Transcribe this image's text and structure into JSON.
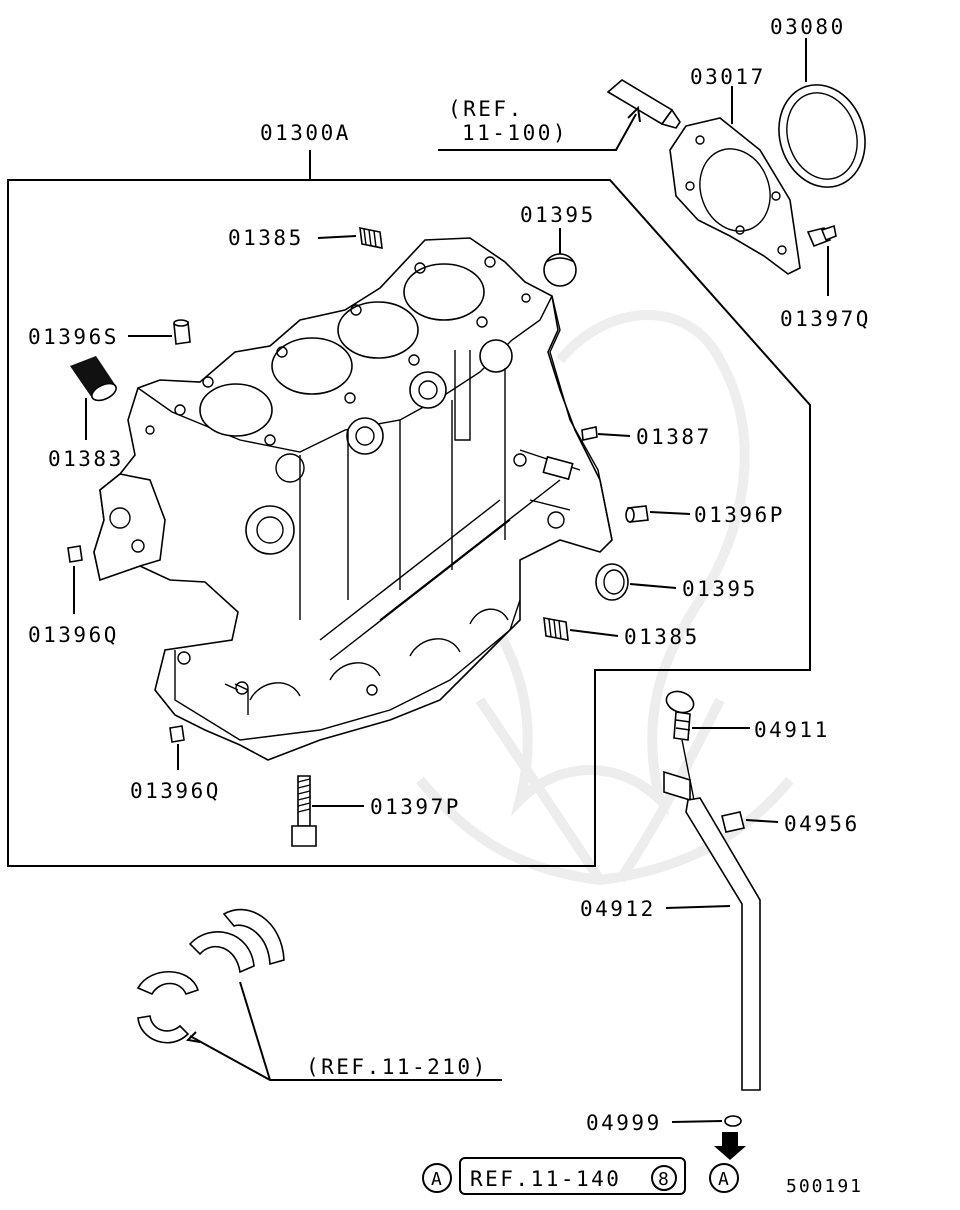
{
  "diagram": {
    "labels": {
      "block_assembly": "01300A",
      "plug_top": "01385",
      "cap_top": "01395",
      "dowel_s": "01396S",
      "sleeve": "01383",
      "pin_1387": "01387",
      "dowel_p": "01396P",
      "cap_mid": "01395",
      "plug_mid": "01385",
      "dowel_q_left": "01396Q",
      "dowel_q_bottom": "01396Q",
      "bolt_p": "01397P",
      "oil_seal": "03080",
      "seal_case": "03017",
      "bolt_q": "01397Q",
      "gauge": "04911",
      "bolt_gauge": "04956",
      "guide": "04912",
      "o_ring": "04999"
    },
    "refs": {
      "sealant_line1": "(REF.",
      "sealant_line2": "11-100)",
      "bearings": "(REF.11-210)",
      "oil_pan": "REF.11-140",
      "oil_pan_circle": "8",
      "marker_left": "A",
      "marker_right": "A"
    },
    "figure_number": "500191"
  }
}
